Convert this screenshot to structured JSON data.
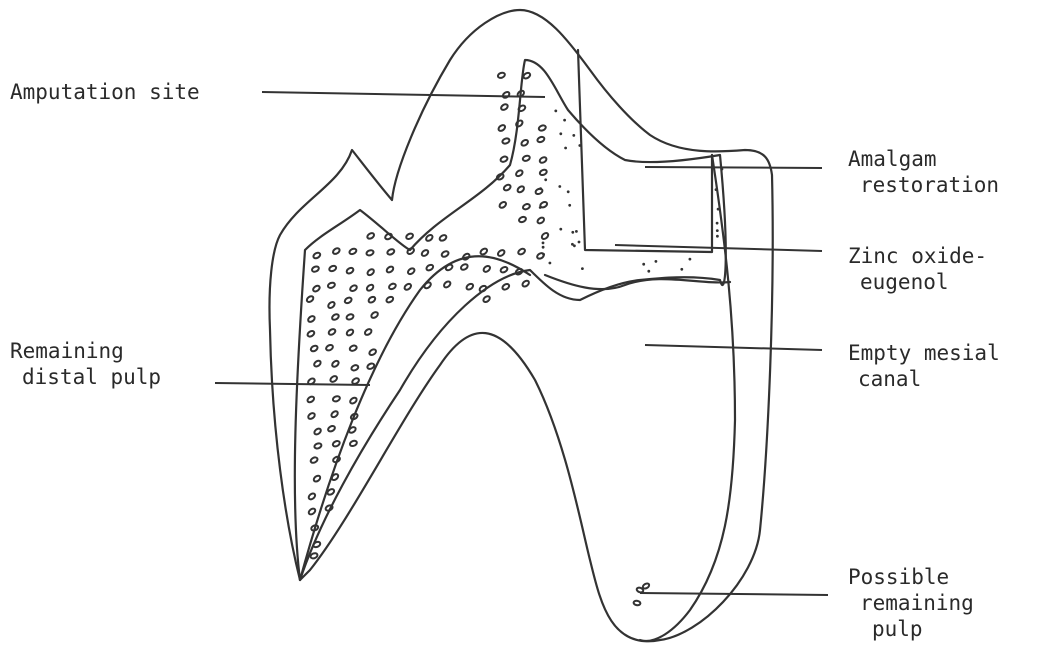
{
  "diagram": {
    "labels": {
      "amputation_site": "Amputation site",
      "amalgam_restoration": [
        "Amalgam",
        "restoration"
      ],
      "zinc_oxide_eugenol": [
        "Zinc oxide-",
        "eugenol"
      ],
      "remaining_distal_pulp": [
        "Remaining",
        "distal pulp"
      ],
      "empty_mesial_canal": [
        "Empty mesial",
        "canal"
      ],
      "possible_remaining_pulp": [
        "Possible",
        "remaining",
        "pulp"
      ]
    }
  }
}
